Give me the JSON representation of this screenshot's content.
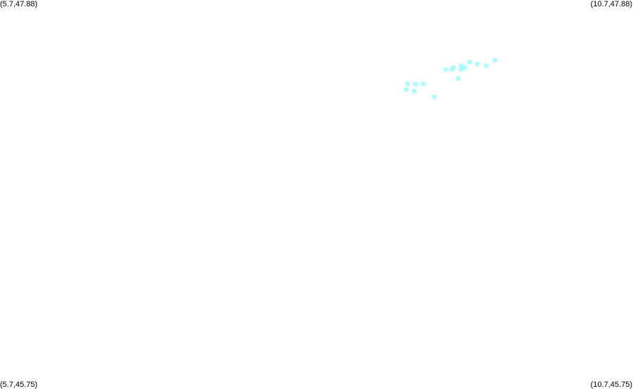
{
  "map": {
    "corners": {
      "top_left": "(5.7,47.88)",
      "top_right": "(10.7,47.88)",
      "bottom_left": "(5.7,45.75)",
      "bottom_right": "(10.7,45.75)"
    },
    "marker_color": "#a8ffff"
  },
  "chart_data": {
    "type": "scatter",
    "x_range": [
      5.7,
      10.7
    ],
    "y_range": [
      45.75,
      47.88
    ],
    "grid": false,
    "series": [
      {
        "points": [
          {
            "x": 9.61,
            "y": 47.55
          },
          {
            "x": 9.54,
            "y": 47.52
          },
          {
            "x": 9.47,
            "y": 47.53
          },
          {
            "x": 9.41,
            "y": 47.54
          },
          {
            "x": 9.37,
            "y": 47.51
          },
          {
            "x": 9.34,
            "y": 47.52
          },
          {
            "x": 9.28,
            "y": 47.51
          },
          {
            "x": 9.34,
            "y": 47.5
          },
          {
            "x": 9.27,
            "y": 47.5
          },
          {
            "x": 9.22,
            "y": 47.5
          },
          {
            "x": 9.32,
            "y": 47.45
          },
          {
            "x": 9.04,
            "y": 47.42
          },
          {
            "x": 8.98,
            "y": 47.42
          },
          {
            "x": 8.92,
            "y": 47.42
          },
          {
            "x": 8.97,
            "y": 47.38
          },
          {
            "x": 8.91,
            "y": 47.39
          },
          {
            "x": 9.13,
            "y": 47.35
          }
        ]
      }
    ]
  }
}
